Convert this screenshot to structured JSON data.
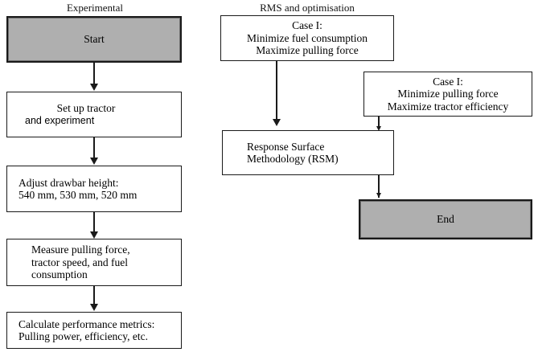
{
  "figure": {
    "type": "flowchart",
    "columns": [
      {
        "id": "experimental",
        "heading": "Experimental"
      },
      {
        "id": "rms",
        "heading": "RMS and optimisation"
      }
    ]
  },
  "colors": {
    "terminal_fill": "#afafaf",
    "box_fill": "#ffffff",
    "stroke": "#1a1a1a",
    "text": "#000000",
    "background": "#ffffff"
  },
  "left_column": {
    "heading": "Experimental",
    "nodes": [
      {
        "id": "start",
        "shape": "terminal",
        "label": "Start"
      },
      {
        "id": "setup",
        "shape": "process",
        "line1": "Set up tractor",
        "line2": "and experiment"
      },
      {
        "id": "drawbar",
        "shape": "process",
        "line1": "Adjust drawbar height:",
        "line2": "540 mm, 530 mm, 520 mm"
      },
      {
        "id": "measure",
        "shape": "process",
        "line1": "Measure pulling force,",
        "line2": "tractor speed, and fuel",
        "line3": "consumption"
      },
      {
        "id": "calculate",
        "shape": "process",
        "line1": "Calculate performance metrics:",
        "line2": "Pulling power, efficiency, etc."
      }
    ]
  },
  "right_column": {
    "heading": "RMS and optimisation",
    "nodes": [
      {
        "id": "case-1",
        "shape": "process",
        "line1": "Case I:",
        "line2": "Minimize fuel consumption",
        "line3": "Maximize pulling force"
      },
      {
        "id": "case-2",
        "shape": "process",
        "line1": "Case I:",
        "line2": "Minimize pulling force",
        "line3": "Maximize tractor efficiency"
      },
      {
        "id": "rsm",
        "shape": "process",
        "line1": "Response Surface",
        "line2": "Methodology (RSM)"
      },
      {
        "id": "end",
        "shape": "terminal",
        "label": "End"
      }
    ]
  },
  "connectors": [
    {
      "id": "start-to-setup",
      "from": "start",
      "to": "setup",
      "style": "arrow-down"
    },
    {
      "id": "setup-to-drawbar",
      "from": "setup",
      "to": "drawbar",
      "style": "arrow-down"
    },
    {
      "id": "drawbar-to-measure",
      "from": "drawbar",
      "to": "measure",
      "style": "arrow-down"
    },
    {
      "id": "measure-to-calculate",
      "from": "measure",
      "to": "calculate",
      "style": "arrow-down"
    },
    {
      "id": "case1-to-rsm",
      "from": "case-1",
      "to": "rsm",
      "style": "arrow-down"
    },
    {
      "id": "case2-to-rsm",
      "from": "case-2",
      "to": "rsm",
      "style": "arrow-down"
    },
    {
      "id": "rsm-to-end",
      "from": "rsm",
      "to": "end",
      "style": "arrow-down"
    }
  ]
}
